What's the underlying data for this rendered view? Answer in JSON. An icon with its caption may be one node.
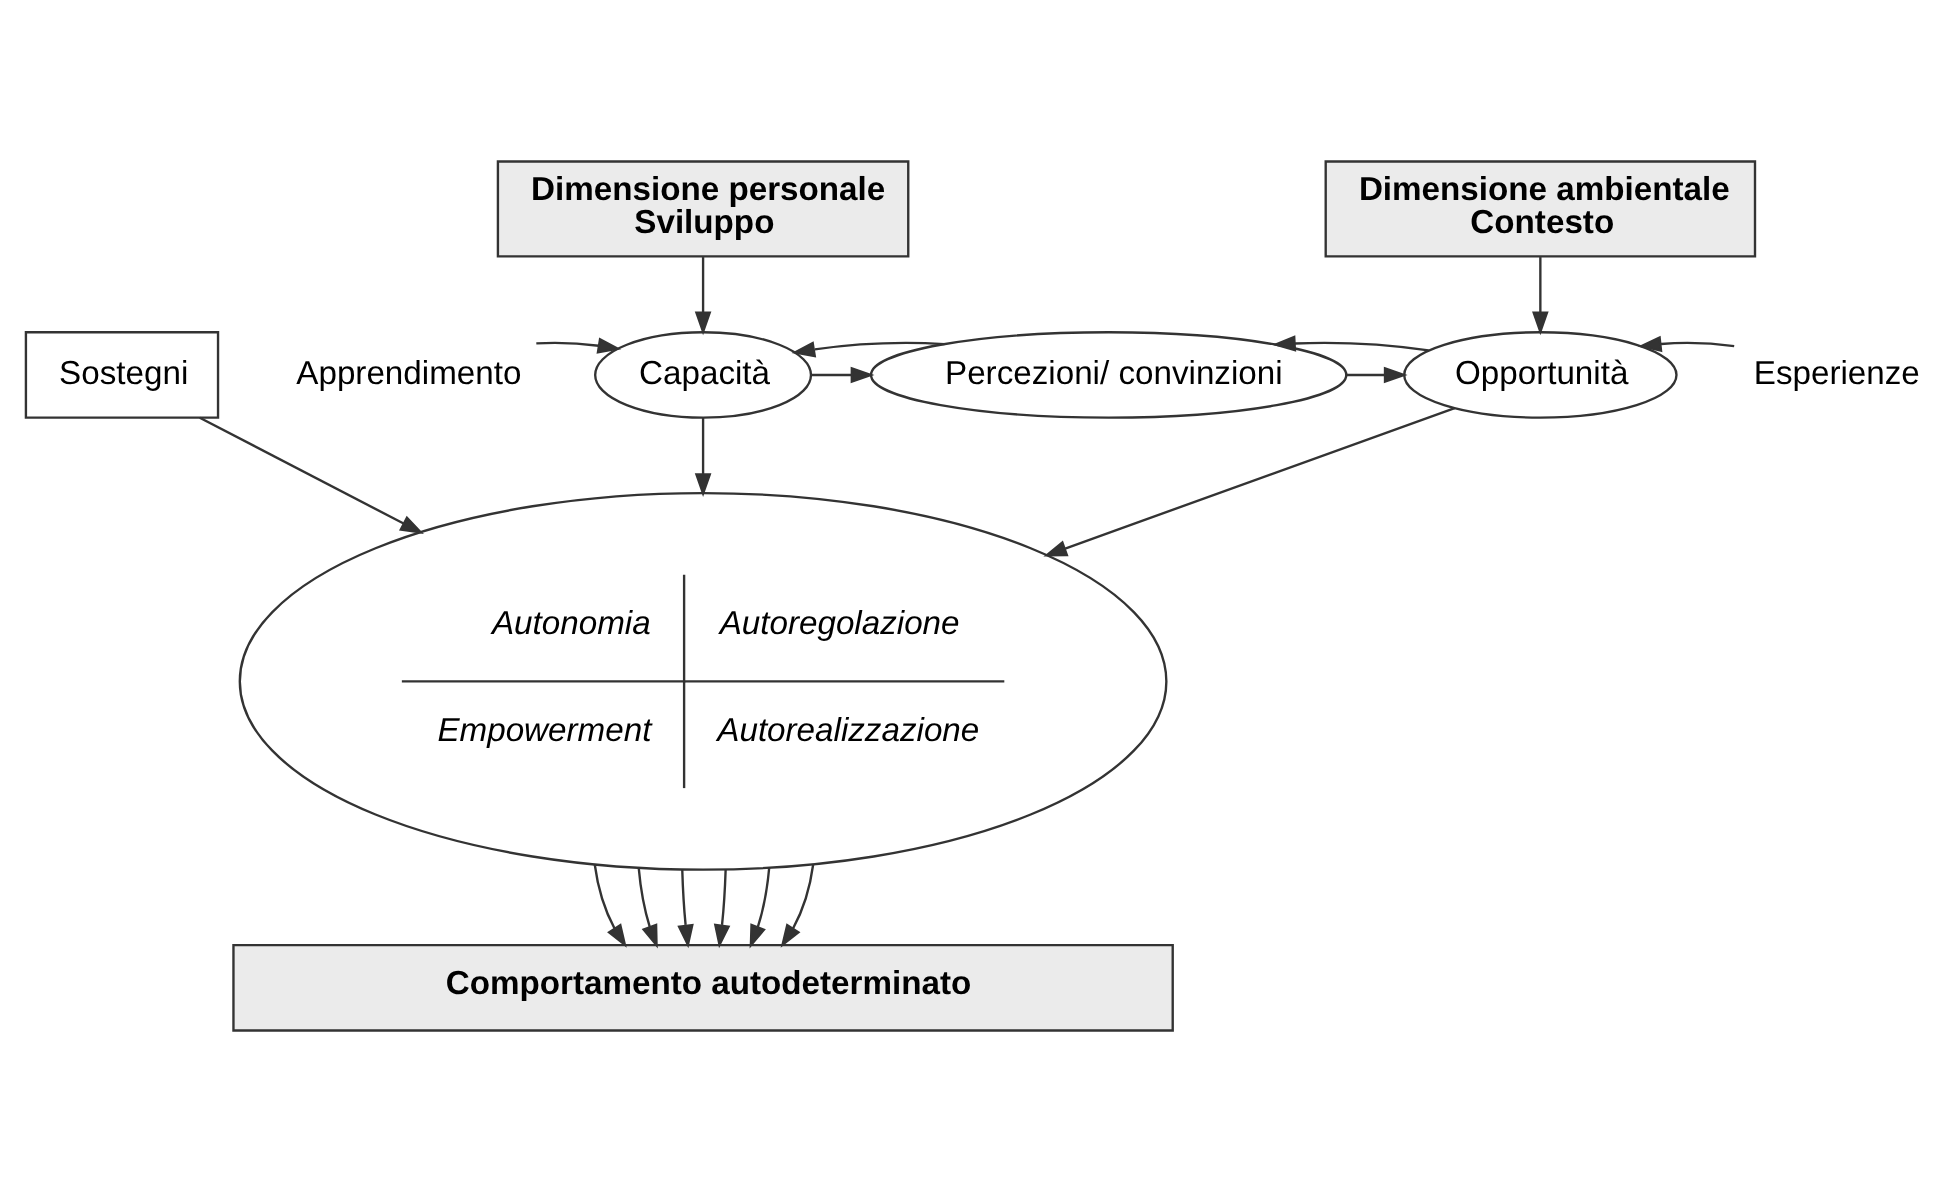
{
  "diagram": {
    "nodes": [
      {
        "text": [
          "Dimensione personale",
          "Sviluppo"
        ]
      },
      {
        "text": [
          "Dimensione ambientale",
          "Contesto"
        ]
      },
      {
        "text": [
          "Apprendimento"
        ]
      },
      {
        "text": [
          "Capacità"
        ]
      },
      {
        "text": [
          "Percezioni/ convinzioni"
        ]
      },
      {
        "text": [
          "Opportunità"
        ]
      },
      {
        "text": [
          "Esperienze"
        ]
      },
      {
        "text": [
          "Sostegni"
        ]
      },
      {
        "text": [
          "Autonomia",
          "Autoregolazione",
          "Empowerment",
          "Autorealizzazione"
        ]
      },
      {
        "text": [
          "Comportamento autodeterminato"
        ]
      }
    ],
    "edges": [
      {
        "from": 0,
        "to": 3,
        "arrow": "to"
      },
      {
        "from": 1,
        "to": 5,
        "arrow": "to"
      },
      {
        "from": 2,
        "to": 3,
        "arrow": "to"
      },
      {
        "from": 3,
        "to": 4,
        "arrow": "to"
      },
      {
        "from": 4,
        "to": 3,
        "arrow": "to"
      },
      {
        "from": 4,
        "to": 5,
        "arrow": "to"
      },
      {
        "from": 5,
        "to": 4,
        "arrow": "to"
      },
      {
        "from": 6,
        "to": 5,
        "arrow": "to"
      },
      {
        "from": 3,
        "to": 8,
        "arrow": "to"
      },
      {
        "from": 7,
        "to": 8,
        "arrow": "to"
      },
      {
        "from": 5,
        "to": 8,
        "arrow": "to"
      },
      {
        "from": 8,
        "to": 9,
        "arrow": "to"
      },
      {
        "from": 8,
        "to": 9,
        "arrow": "to"
      },
      {
        "from": 8,
        "to": 9,
        "arrow": "to"
      },
      {
        "from": 8,
        "to": 9,
        "arrow": "to"
      },
      {
        "from": 8,
        "to": 9,
        "arrow": "to"
      },
      {
        "from": 8,
        "to": 9,
        "arrow": "to"
      }
    ]
  }
}
